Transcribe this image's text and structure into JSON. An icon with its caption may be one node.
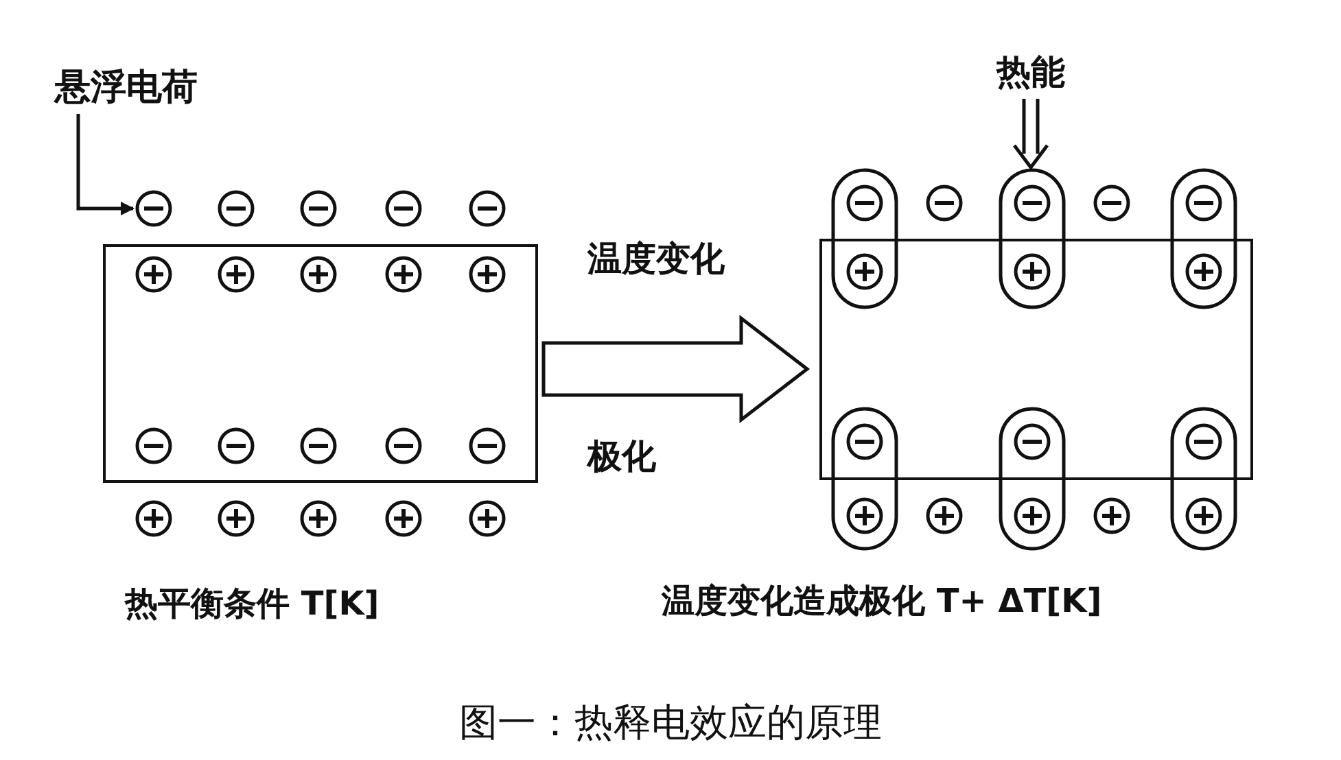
{
  "diagram": {
    "caption": "图一：热释电效应的原理",
    "nodes": [
      {
        "text": [
          "悬浮电荷"
        ]
      },
      {
        "text": [],
        "shape": "box",
        "beside": [
          "热平衡条件 T[K]"
        ]
      },
      {
        "text": [
          "热能"
        ]
      },
      {
        "text": [],
        "shape": "box",
        "beside": [
          "温度变化造成极化 T+ ΔT[K]"
        ]
      }
    ],
    "edges": [
      {
        "from": 0,
        "to": 1,
        "arrow": "to"
      },
      {
        "from": 1,
        "to": 3,
        "arrow": "to",
        "label": "温度变化"
      },
      {
        "from": 2,
        "to": null,
        "arrow": "to"
      }
    ],
    "labels": [
      "极化"
    ]
  }
}
